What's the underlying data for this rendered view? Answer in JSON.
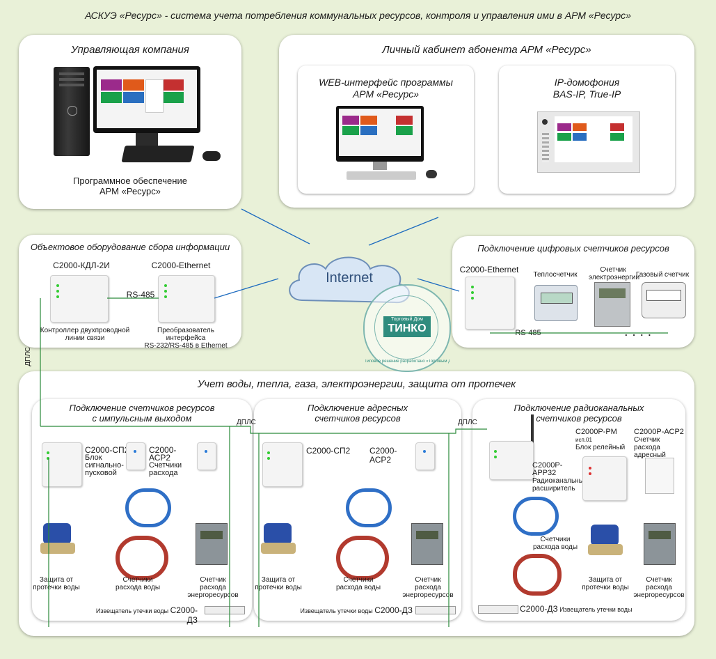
{
  "header_title": "АСКУЭ «Ресурс» - система учета потребления коммунальных ресурсов, контроля и управления ими в АРМ «Ресурс»",
  "mgmt": {
    "title": "Управляющая компания",
    "caption_line1": "Программное обеспечение",
    "caption_line2": "АРМ «Ресурс»"
  },
  "cabinet": {
    "title": "Личный кабинет абонента АРМ «Ресурс»",
    "web_line1": "WEB-интерфейс программы",
    "web_line2": "АРМ «Ресурс»",
    "ip_line1": "IP-домофония",
    "ip_line2": "BAS-IP, True-IP"
  },
  "objects": {
    "title": "Объектовое оборудование сбора информации",
    "dev1_name": "С2000-КДЛ-2И",
    "dev2_name": "С2000-Ethernet",
    "bus": "RS-485",
    "dev1_caption_l1": "Контроллер двухпроводной",
    "dev1_caption_l2": "линии связи",
    "dev2_caption_l1": "Преобразователь интерфейса",
    "dev2_caption_l2": "RS-232/RS-485 в Ethernet"
  },
  "internet": "Internet",
  "digital": {
    "title": "Подключение цифровых счетчиков ресурсов",
    "device": "С2000-Ethernet",
    "heat": "Теплосчетчик",
    "elec_l1": "Счетчик",
    "elec_l2": "электроэнергии",
    "gas": "Газовый счетчик",
    "bus": "RS-485",
    "dots": ". . . ."
  },
  "stamp": {
    "ring": "Типовое решение разработано «Торговым Домом ТИНКО»",
    "brand_small": "Торговый Дом",
    "brand": "ТИНКО"
  },
  "dpls": "ДПЛС",
  "water": {
    "title": "Учет воды, тепла, газа, электроэнергии, защита от протечек",
    "pulse": {
      "title_l1": "Подключение счетчиков ресурсов",
      "title_l2": "с импульсным выходом",
      "sp2": "С2000-СП2",
      "sp2_l1": "Блок",
      "sp2_l2": "сигнально-",
      "sp2_l3": "пусковой",
      "acr2": "С2000-АСР2",
      "acr2_l1": "Счетчики",
      "acr2_l2": "расхода",
      "leak_l1": "Защита от",
      "leak_l2": "протечки воды",
      "meters_l1": "Счетчики",
      "meters_l2": "расхода воды",
      "energy_l1": "Счетчик",
      "energy_l2": "расхода",
      "energy_l3": "энергоресурсов",
      "detector_label": "Извещатель утечки воды",
      "detector_name": "С2000-ДЗ"
    },
    "addr": {
      "title_l1": "Подключение адресных",
      "title_l2": "счетчиков ресурсов",
      "sp2": "С2000-СП2",
      "acr2": "С2000-АСР2",
      "leak_l1": "Защита от",
      "leak_l2": "протечки воды",
      "meters_l1": "Счетчики",
      "meters_l2": "расхода воды",
      "energy_l1": "Счетчик",
      "energy_l2": "расхода",
      "energy_l3": "энергоресурсов",
      "detector_label": "Извещатель утечки воды",
      "detector_name": "С2000-ДЗ"
    },
    "radio": {
      "title_l1": "Подключение радиоканальных",
      "title_l2": "счетчиков ресурсов",
      "rm": "С2000Р-РМ",
      "rm_suffix": "исп.01",
      "rm_l1": "Блок релейный",
      "acr2": "С2000Р-АСР2",
      "acr2_l1": "Счетчик расхода",
      "acr2_l2": "адресный",
      "app": "С2000Р-АРР32",
      "app_l1": "Радиоканальный",
      "app_l2": "расширитель",
      "meters_l1": "Счетчики",
      "meters_l2": "расхода воды",
      "leak_l1": "Защита от",
      "leak_l2": "протечки воды",
      "energy_l1": "Счетчик",
      "energy_l2": "расхода",
      "energy_l3": "энергоресурсов",
      "detector_name": "С2000-ДЗ",
      "detector_label": "Извещатель утечки воды"
    }
  }
}
